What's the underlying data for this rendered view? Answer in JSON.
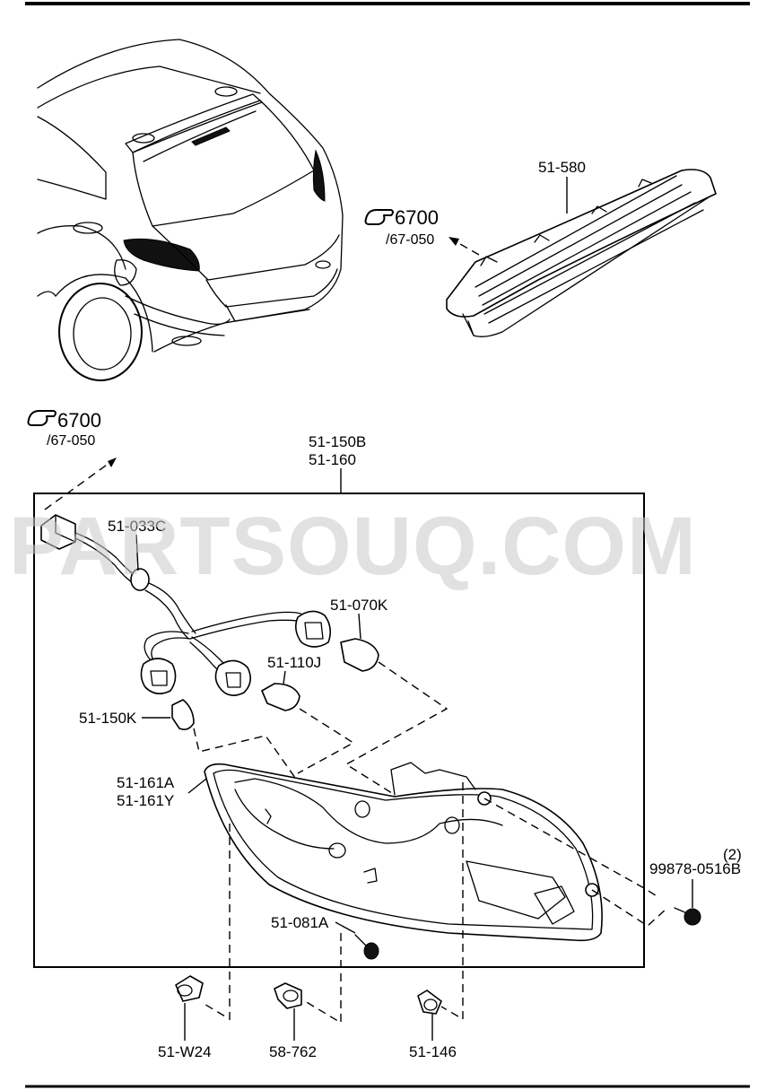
{
  "watermark": "PARTSOUQ.COM",
  "references": {
    "upper": {
      "number": "6700",
      "sub": "/67-050"
    },
    "lower": {
      "number": "6700",
      "sub": "/67-050"
    }
  },
  "parts": {
    "high_mount_stop_lamp": "51-580",
    "rear_combination_lamp": [
      "51-150B",
      "51-160"
    ],
    "wiring_socket": "51-033C",
    "bulb_large": "51-070K",
    "bulb_medium": "51-110J",
    "bulb_small": "51-150K",
    "lens_housing": [
      "51-161A",
      "51-161Y"
    ],
    "bolt_inner": "51-081A",
    "screw_outer": "99878-0516B",
    "screw_outer_qty": "(2)",
    "clip_left": "51-W24",
    "clip_middle": "58-762",
    "clip_right": "51-146"
  }
}
